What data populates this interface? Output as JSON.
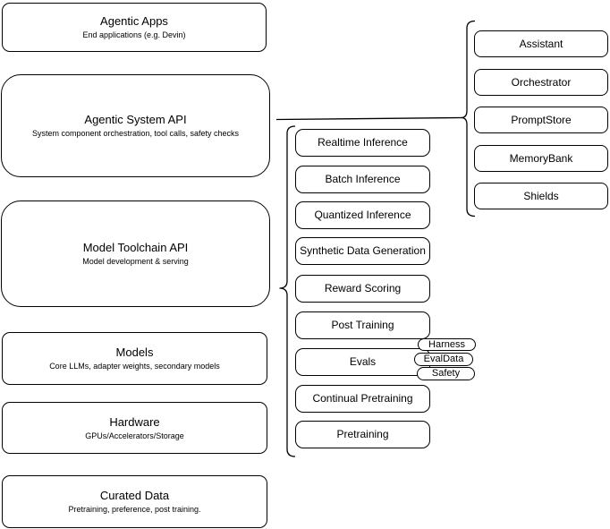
{
  "diagram": {
    "left_stack": [
      {
        "title": "Agentic Apps",
        "subtitle": "End applications (e.g. Devin)"
      },
      {
        "title": "Agentic System API",
        "subtitle": "System component orchestration, tool calls, safety checks"
      },
      {
        "title": "Model Toolchain API",
        "subtitle": "Model development & serving"
      },
      {
        "title": "Models",
        "subtitle": "Core LLMs, adapter weights, secondary models"
      },
      {
        "title": "Hardware",
        "subtitle": "GPUs/Accelerators/Storage"
      },
      {
        "title": "Curated Data",
        "subtitle": "Pretraining, preference, post training."
      }
    ],
    "toolchain_stack": [
      "Realtime Inference",
      "Batch Inference",
      "Quantized Inference",
      "Synthetic Data Generation",
      "Reward Scoring",
      "Post Training",
      "Evals",
      "Continual Pretraining",
      "Pretraining"
    ],
    "evals_tags": [
      "Harness",
      "EvalData",
      "Safety"
    ],
    "system_stack": [
      "Assistant",
      "Orchestrator",
      "PromptStore",
      "MemoryBank",
      "Shields"
    ],
    "colors": {
      "stroke": "#000000",
      "background": "#ffffff",
      "text": "#000000"
    }
  }
}
